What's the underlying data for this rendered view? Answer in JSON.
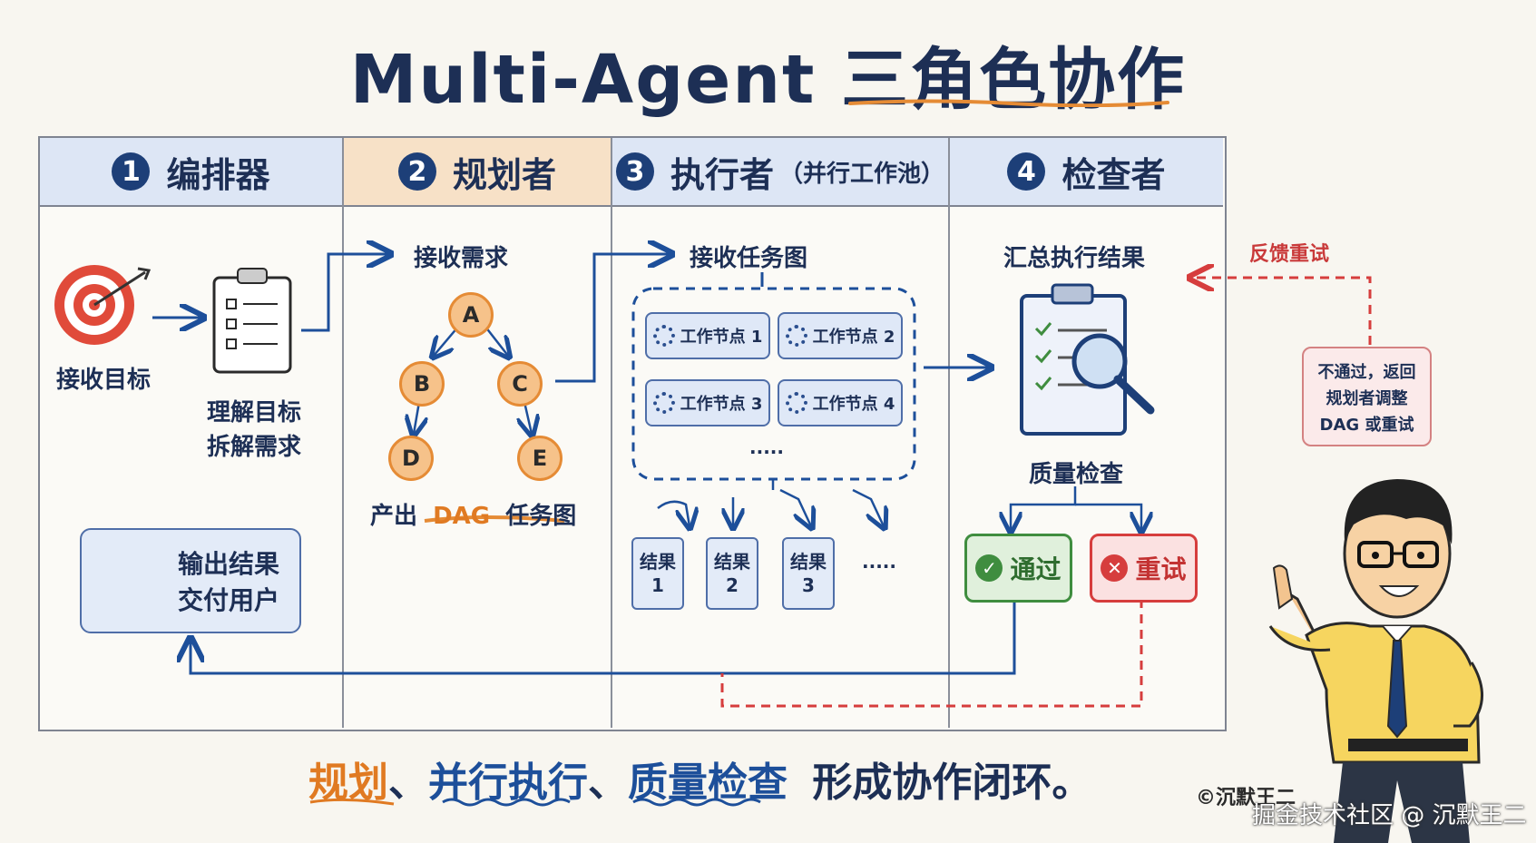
{
  "title": {
    "main": "Multi-Agent 三角色协作"
  },
  "columns": [
    {
      "num": "1",
      "label": "编排器",
      "sub": ""
    },
    {
      "num": "2",
      "label": "规划者",
      "sub": ""
    },
    {
      "num": "3",
      "label": "执行者",
      "sub": "（并行工作池）"
    },
    {
      "num": "4",
      "label": "检查者",
      "sub": ""
    }
  ],
  "orchestrator": {
    "receive_goal": "接收目标",
    "understand_line1": "理解目标",
    "understand_line2": "拆解需求",
    "output_line1": "输出结果",
    "output_line2": "交付用户"
  },
  "planner": {
    "receive": "接收需求",
    "nodes": [
      "A",
      "B",
      "C",
      "D",
      "E"
    ],
    "produce_prefix": "产出",
    "produce_dag": "DAG",
    "produce_suffix": "任务图"
  },
  "executor": {
    "receive": "接收任务图",
    "workers": [
      "工作节点 1",
      "工作节点 2",
      "工作节点 3",
      "工作节点 4"
    ],
    "more": "·····",
    "result_label": "结果",
    "results": [
      "1",
      "2",
      "3"
    ],
    "results_more": "·····"
  },
  "checker": {
    "summary": "汇总执行结果",
    "quality": "质量检查",
    "pass": "通过",
    "retry": "重试",
    "feedback": "反馈重试",
    "note_lines": [
      "不通过，返回",
      "规划者调整",
      "DAG 或重试"
    ]
  },
  "footer": {
    "part1": "规划",
    "sep1": "、",
    "part2": "并行执行",
    "sep2": "、",
    "part3": "质量检查",
    "rest": "形成协作闭环。"
  },
  "copyright": "©沉默王二",
  "watermark": "掘金技术社区 @ 沉默王二",
  "colors": {
    "navy": "#1d2f55",
    "blue_header": "#dde6f5",
    "orange_header": "#f7e1c7",
    "orange": "#e58b35",
    "green": "#3f8d3f",
    "red": "#d63d3d"
  }
}
